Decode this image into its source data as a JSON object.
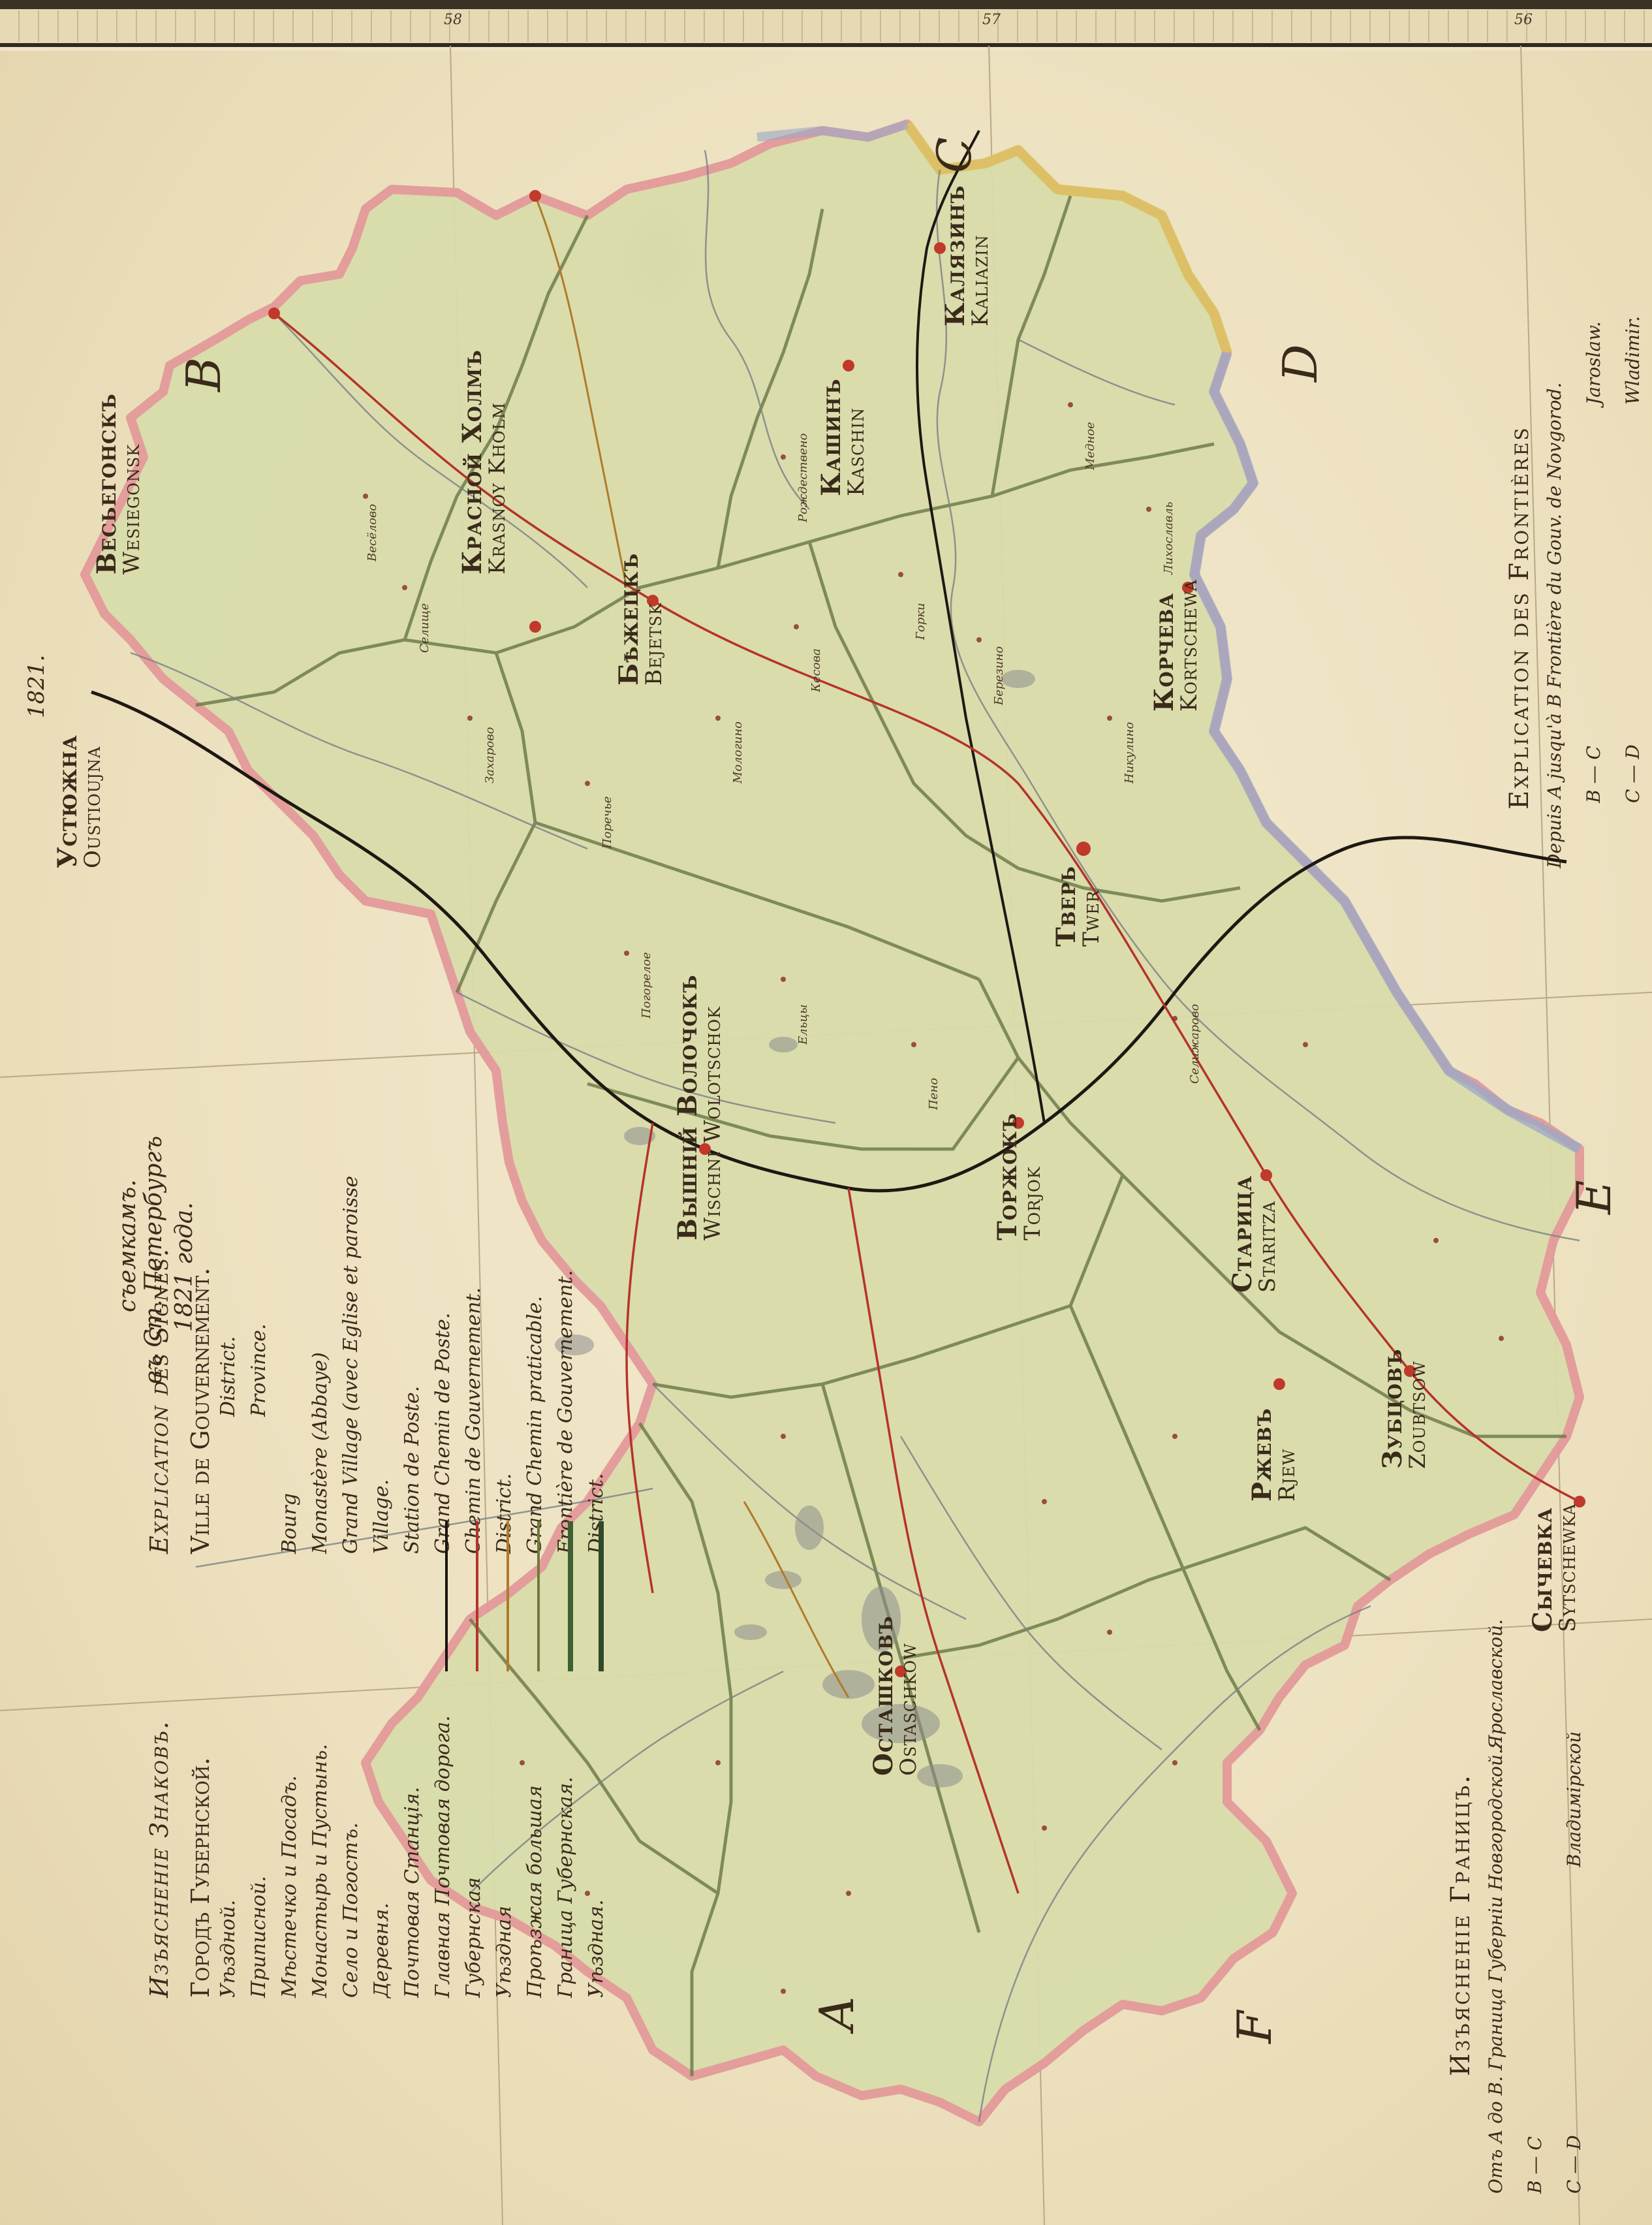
{
  "frame": {
    "longitude_marks": [
      "58",
      "57",
      "56"
    ]
  },
  "imprint": {
    "lines": [
      "съемкамъ.",
      "въ Ст. Петербургъ",
      "1821 года."
    ],
    "year": "1821."
  },
  "legend": {
    "title_ru": "Изъясненіе Знаковъ.",
    "title_fr": "Explication des Signes.",
    "rows_ru": [
      "Городъ Губернской.",
      "Уѣздной.",
      "Приписной.",
      "Мѣстечко и Посадъ.",
      "Монастырь и Пустынь.",
      "Село и Погостъ.",
      "Деревня.",
      "Почтовая Станція.",
      "Главная Почтовая дорога.",
      "Губернская",
      "Уѣздная",
      "Проѣзжая большая",
      "Граница Губернская.",
      "Уѣздная."
    ],
    "rows_fr": [
      "Ville de Gouvernement.",
      "District.",
      "Province.",
      "Bourg",
      "Monastère (Abbaye)",
      "Grand Village (avec Eglise et paroisse",
      "Village.",
      "Station de Poste.",
      "Grand Chemin de Poste.",
      "Chemin de Gouvernement.",
      "District.",
      "Grand Chemin praticable.",
      "Frontière de Gouvernement.",
      "District."
    ],
    "line_colors": [
      "#1a1410",
      "#b5332a",
      "#b07a2a",
      "#6f7a3c",
      "#3f5e34",
      "#2f4a2a"
    ]
  },
  "borders_ru": {
    "title": "Изъясненіе Границъ.",
    "rows": [
      "Отъ А до В. Граница Губерніи Новгородской.",
      "В — С",
      "С — D"
    ],
    "values": [
      "Ярославской.",
      "Владимірской"
    ]
  },
  "borders_fr": {
    "title": "Explication des Frontières",
    "rows": [
      "Depuis A jusqu'à B Frontière du Gouv. de Novgorod.",
      "B — C",
      "C — D"
    ],
    "values": [
      "Jaroslaw.",
      "Wladimir."
    ]
  },
  "map": {
    "colors": {
      "province_fill": "#d9dcab",
      "border_pink": "#e39a9a",
      "border_yellow": "#d9c85a",
      "border_blue": "#9aa9c8",
      "district_line": "#6e7d4a",
      "post_road": "#1e1812",
      "gov_road": "#b5332a",
      "rivers": "#7b7f86"
    },
    "corner_letters": [
      "A",
      "B",
      "C",
      "D",
      "E",
      "F"
    ],
    "towns": [
      {
        "ru": "Устюжна",
        "fr": "Oustioujna"
      },
      {
        "ru": "Весьегонскъ",
        "fr": "Wesiegonsk"
      },
      {
        "ru": "Красной Холмъ",
        "fr": "Krasnoy Kholm"
      },
      {
        "ru": "Бѣжецкъ",
        "fr": "Bejetsk"
      },
      {
        "ru": "Кашинъ",
        "fr": "Kaschin"
      },
      {
        "ru": "Калязинъ",
        "fr": "Kaliazin"
      },
      {
        "ru": "Корчева",
        "fr": "Kortschewa"
      },
      {
        "ru": "Тверь",
        "fr": "Twer"
      },
      {
        "ru": "Вышній Волочокъ",
        "fr": "Wischni Wolotschok"
      },
      {
        "ru": "Торжокъ",
        "fr": "Torjok"
      },
      {
        "ru": "Старица",
        "fr": "Staritza"
      },
      {
        "ru": "Зубцовъ",
        "fr": "Zoubtsow"
      },
      {
        "ru": "Ржевъ",
        "fr": "Rjew"
      },
      {
        "ru": "Осташковъ",
        "fr": "Ostaschkow"
      },
      {
        "ru": "Сычевка",
        "fr": "Sytschewka"
      }
    ],
    "villages": [
      "Весёлово",
      "Селище",
      "Захарово",
      "Поречье",
      "Мологино",
      "Кесова",
      "Горки",
      "Березино",
      "Никулино",
      "Лихославль",
      "Медное",
      "Рождествено",
      "Погорелое",
      "Ельцы",
      "Пено",
      "Селижарово"
    ]
  }
}
